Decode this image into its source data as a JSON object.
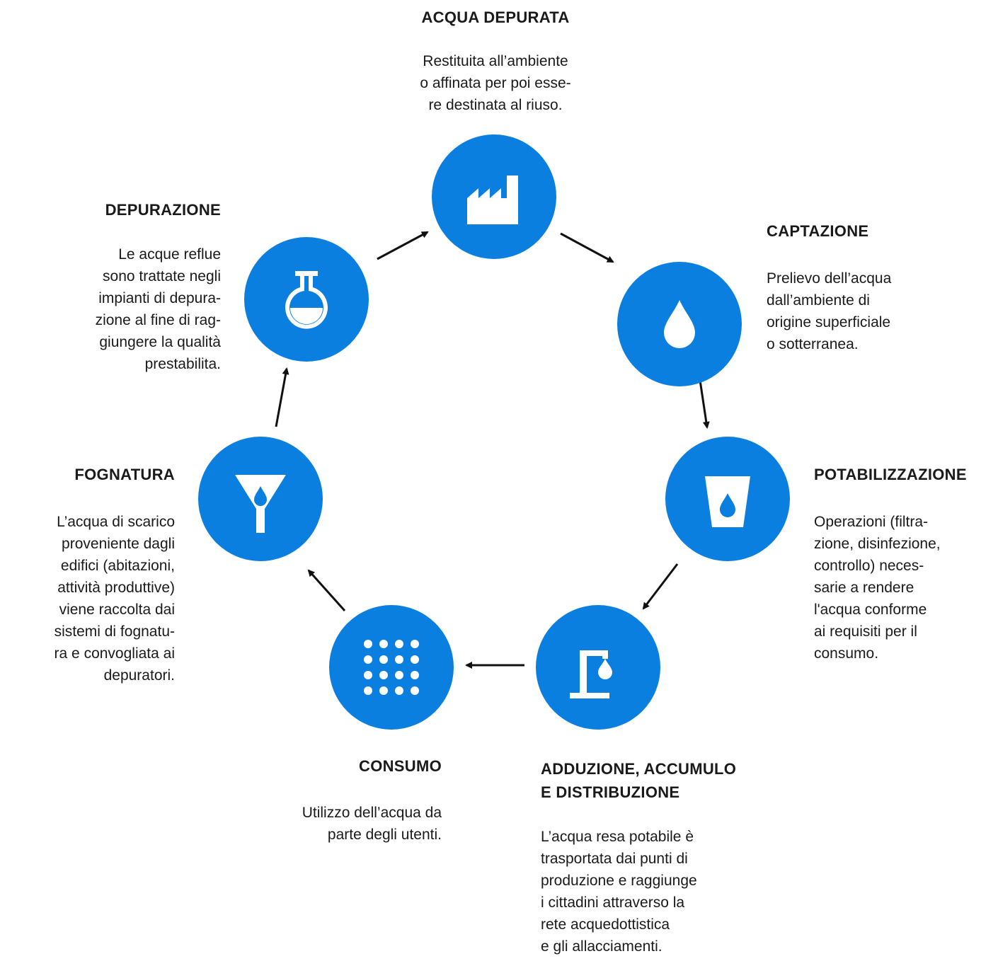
{
  "colors": {
    "accent": "#0a7fe0",
    "arrow": "#111111",
    "text": "#1a1a1a"
  },
  "steps": [
    {
      "id": "acqua-depurata",
      "icon": "factory-icon",
      "title": "ACQUA DEPURATA",
      "text": "Restituita all’ambiente\no affinata per poi esse-\nre destinata al riuso."
    },
    {
      "id": "captazione",
      "icon": "water-drop-icon",
      "title": "CAPTAZIONE",
      "text": "Prelievo dell’acqua\ndall’ambiente di\norigine superficiale\no sotterranea."
    },
    {
      "id": "potabilizzazione",
      "icon": "water-glass-icon",
      "title": "POTABILIZZAZIONE",
      "text": "Operazioni (filtra-\nzione, disinfezione,\ncontrollo) neces-\nsarie a rendere\nl'acqua conforme\nai requisiti per il\nconsumo."
    },
    {
      "id": "adduzione",
      "icon": "tap-stand-icon",
      "title": "ADDUZIONE, ACCUMULO\nE DISTRIBUZIONE",
      "text": "L’acqua resa potabile è\ntrasportata dai punti di\nproduzione e raggiunge\ni cittadini attraverso la\nrete acquedottistica\ne gli allacciamenti."
    },
    {
      "id": "consumo",
      "icon": "dot-grid-icon",
      "title": "CONSUMO",
      "text": "Utilizzo dell’acqua da\nparte degli utenti."
    },
    {
      "id": "fognatura",
      "icon": "funnel-icon",
      "title": "FOGNATURA",
      "text": "L’acqua di scarico\nproveniente dagli\nedifici (abitazioni,\nattività produttive)\nviene raccolta dai\nsistemi di fognatu-\nra e convogliata ai\ndepuratori."
    },
    {
      "id": "depurazione",
      "icon": "flask-icon",
      "title": "DEPURAZIONE",
      "text": "Le acque reflue\nsono trattate negli\nimpianti di depura-\nzione al fine di rag-\ngiungere la qualità\nprestabilita."
    }
  ]
}
